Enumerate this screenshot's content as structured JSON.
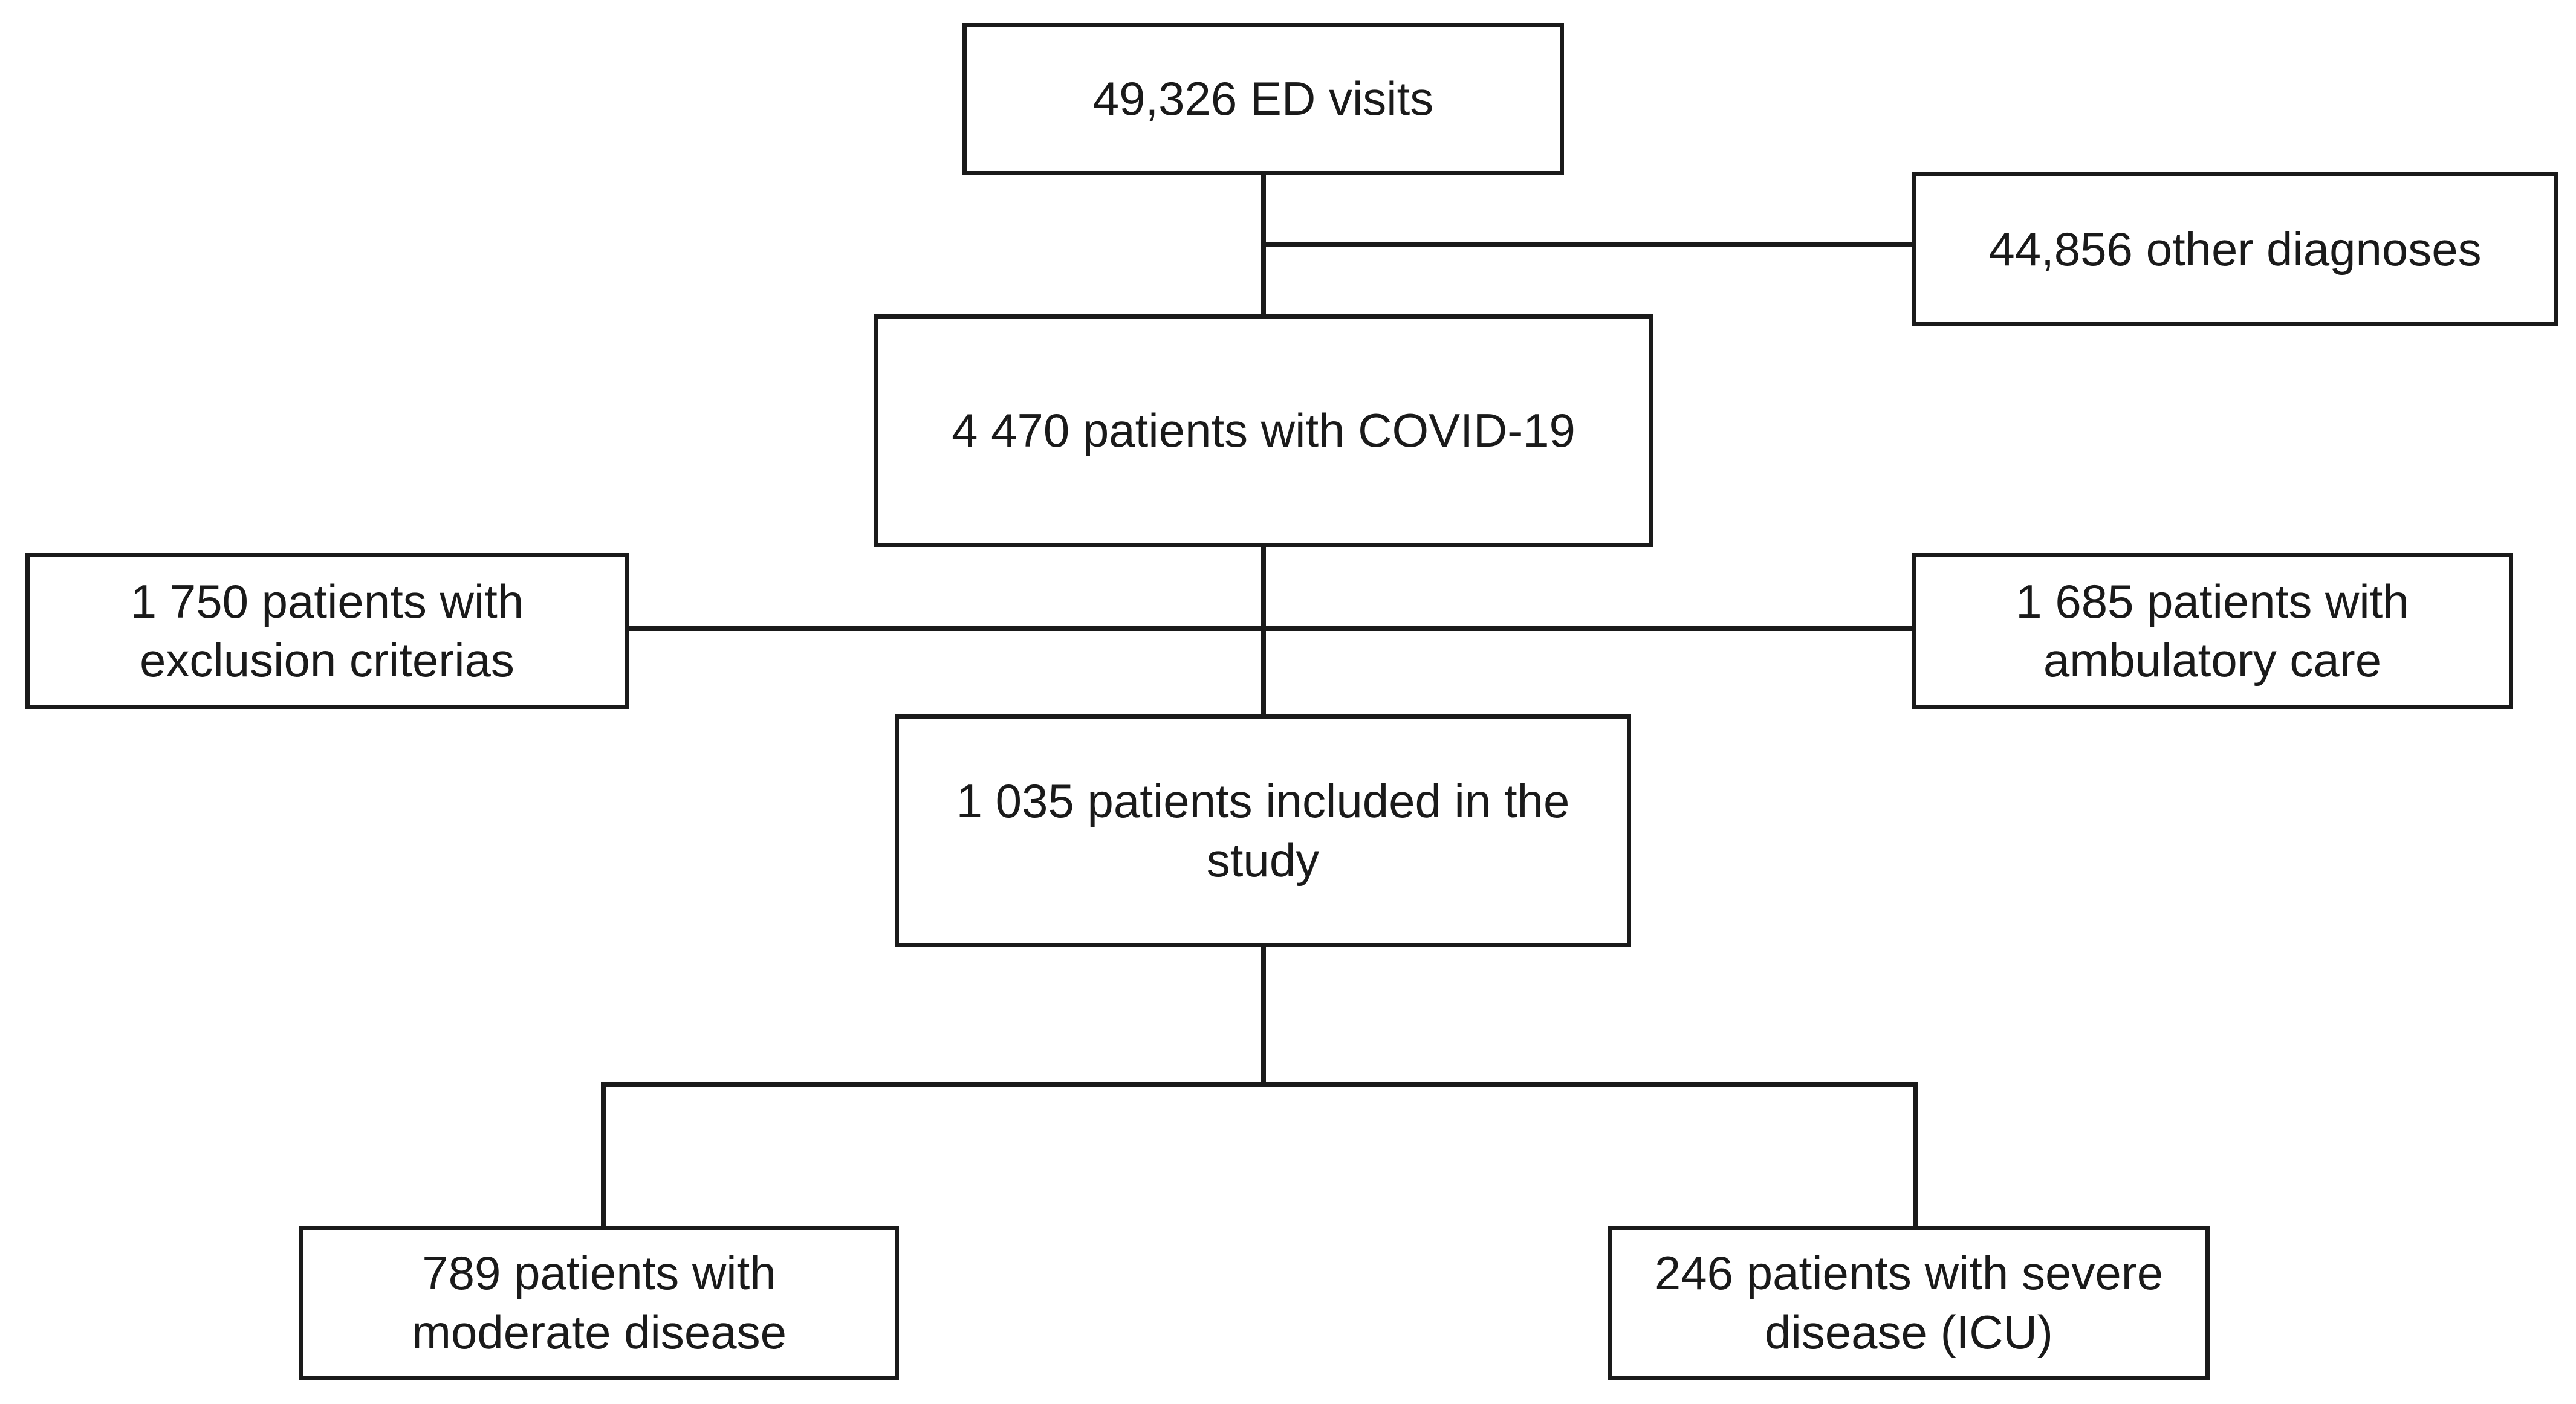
{
  "flowchart": {
    "nodes": {
      "ed_visits": {
        "lines": [
          "49,326 ED visits"
        ]
      },
      "other_diagnoses": {
        "lines": [
          "44,856 other diagnoses"
        ]
      },
      "covid_patients": {
        "lines": [
          "4 470 patients with COVID-19"
        ]
      },
      "exclusion": {
        "lines": [
          "1 750 patients with",
          "exclusion criterias"
        ]
      },
      "ambulatory": {
        "lines": [
          "1 685 patients with",
          "ambulatory care"
        ]
      },
      "included": {
        "lines": [
          "1 035 patients included in the",
          "study"
        ]
      },
      "moderate": {
        "lines": [
          "789 patients with",
          "moderate disease"
        ]
      },
      "severe": {
        "lines": [
          "246 patients with severe",
          "disease (ICU)"
        ]
      }
    }
  }
}
